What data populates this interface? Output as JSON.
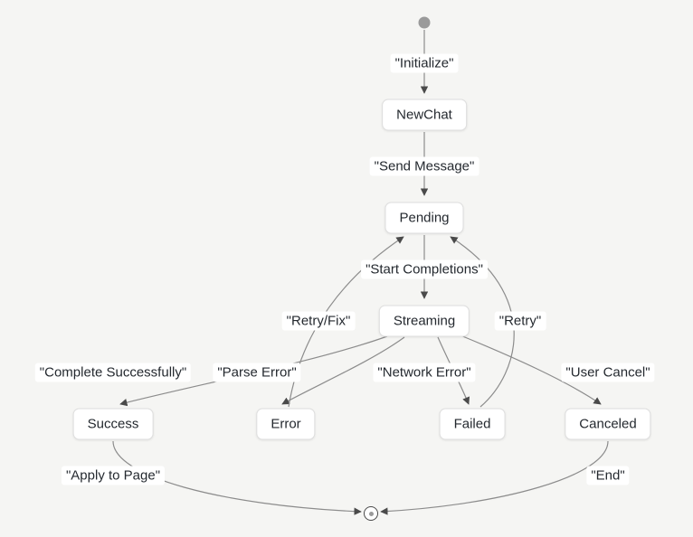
{
  "diagram": {
    "kind": "state-machine",
    "nodes": [
      {
        "id": "NewChat",
        "label": "NewChat"
      },
      {
        "id": "Pending",
        "label": "Pending"
      },
      {
        "id": "Streaming",
        "label": "Streaming"
      },
      {
        "id": "Success",
        "label": "Success"
      },
      {
        "id": "Error",
        "label": "Error"
      },
      {
        "id": "Failed",
        "label": "Failed"
      },
      {
        "id": "Canceled",
        "label": "Canceled"
      }
    ],
    "edges": [
      {
        "from": "start",
        "to": "NewChat",
        "label": "\"Initialize\""
      },
      {
        "from": "NewChat",
        "to": "Pending",
        "label": "\"Send Message\""
      },
      {
        "from": "Pending",
        "to": "Streaming",
        "label": "\"Start Completions\""
      },
      {
        "from": "Streaming",
        "to": "Success",
        "label": "\"Complete Successfully\""
      },
      {
        "from": "Streaming",
        "to": "Error",
        "label": "\"Parse Error\""
      },
      {
        "from": "Streaming",
        "to": "Failed",
        "label": "\"Network Error\""
      },
      {
        "from": "Streaming",
        "to": "Canceled",
        "label": "\"User Cancel\""
      },
      {
        "from": "Error",
        "to": "Pending",
        "label": "\"Retry/Fix\""
      },
      {
        "from": "Failed",
        "to": "Pending",
        "label": "\"Retry\""
      },
      {
        "from": "Success",
        "to": "end",
        "label": "\"Apply to Page\""
      },
      {
        "from": "Canceled",
        "to": "end",
        "label": "\"End\""
      }
    ],
    "colors": {
      "background": "#f5f5f3",
      "node_fill": "#ffffff",
      "node_border": "#dedede",
      "edge_line": "#8c8c8c",
      "arrowhead": "#4a4a4a",
      "text": "#24292f",
      "start_dot": "#9a9a9a"
    }
  }
}
